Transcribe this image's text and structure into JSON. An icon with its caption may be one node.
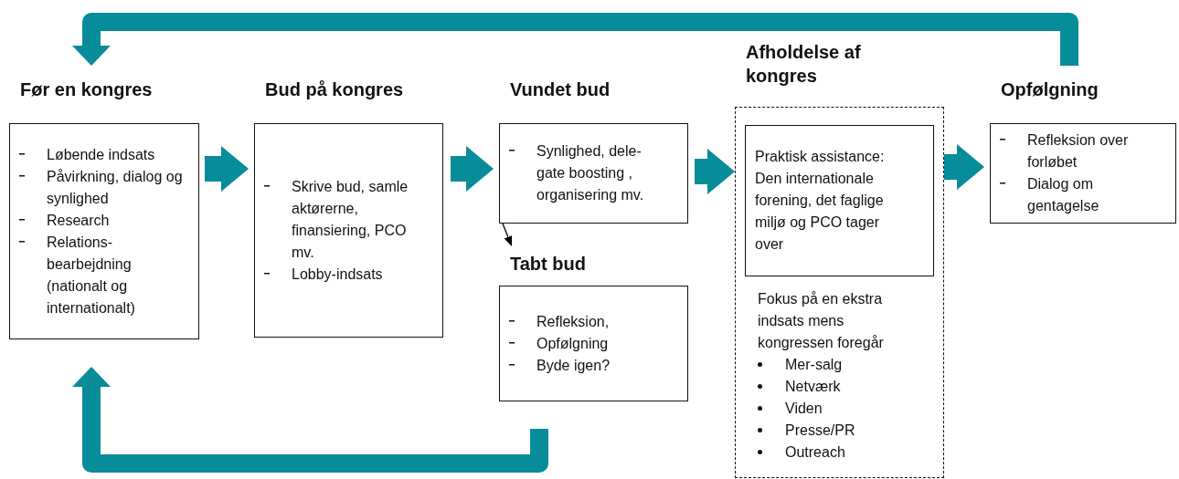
{
  "diagram": {
    "nodes": [
      {
        "text": [
          "Før en kongres",
          "Løbende indsats",
          "Påvirkning, dialog og synlighed",
          "Research",
          "Relations- bearbejdning (nationalt og internationalt)"
        ]
      },
      {
        "text": [
          "Bud på kongres",
          "Skrive bud, samle aktørerne, finansiering, PCO mv.",
          "Lobby-indsats"
        ]
      },
      {
        "text": [
          "Vundet bud",
          "Synlighed, dele- gate boosting , organisering mv."
        ]
      },
      {
        "text": [
          "Tabt bud",
          "Refleksion,",
          "Opfølgning",
          "Byde igen?"
        ]
      },
      {
        "text": [
          "Afholdelse af kongres",
          "Fokus på en ekstra indsats mens kongressen foregår",
          "Mer-salg",
          "Netværk",
          "Viden",
          "Presse/PR",
          "Outreach"
        ]
      },
      {
        "text": [
          "Praktisk assistance: Den internationale forening, det faglige miljø og PCO tager over"
        ],
        "in": 4
      },
      {
        "text": [
          "Opfølgning",
          "Refleksion over forløbet",
          "Dialog om gentagelse"
        ]
      }
    ],
    "edges": [
      {
        "from": 0,
        "to": 1,
        "arrow": "to"
      },
      {
        "from": 1,
        "to": 2,
        "arrow": "to"
      },
      {
        "from": 2,
        "to": 4,
        "arrow": "to"
      },
      {
        "from": 2,
        "to": 3,
        "arrow": "to",
        "color": "#000000"
      },
      {
        "from": 4,
        "to": 6,
        "arrow": "to"
      },
      {
        "from": 6,
        "to": 0,
        "arrow": "to"
      },
      {
        "from": 3,
        "to": 0,
        "arrow": "to"
      }
    ]
  }
}
